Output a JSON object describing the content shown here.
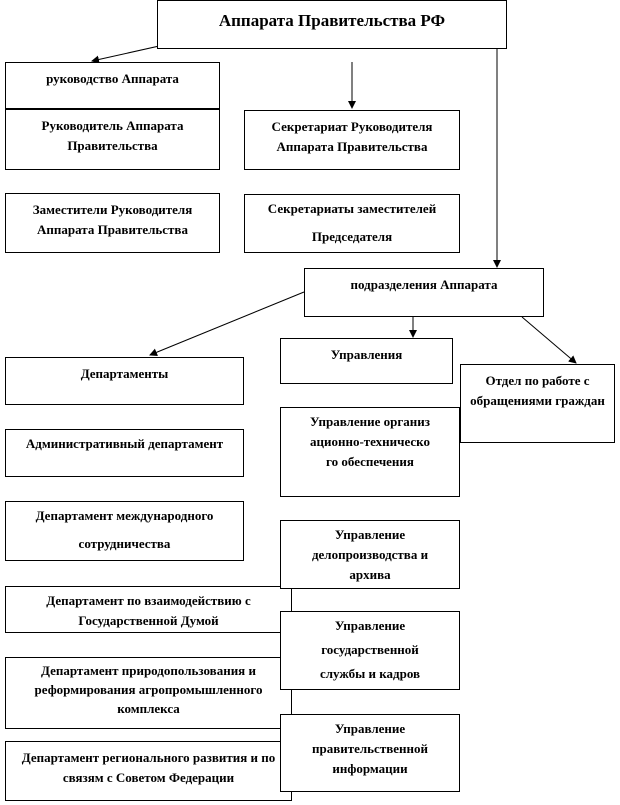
{
  "title": "Аппарата Правительства РФ",
  "leadership": {
    "header": "руководство Аппарата",
    "head": "Руководитель Аппарата Правительства",
    "head_secretariat": "Секретариат Руководителя Аппарата Правительства",
    "deputies": "Заместители Руководителя Аппарата Правительства",
    "deputies_secretariats_line1": "Секретариаты заместителей",
    "deputies_secretariats_line2": "Председателя"
  },
  "subdivisions": {
    "header": "подразделения Аппарата",
    "departments_header": "Департаменты",
    "departments": [
      "Административный департамент",
      "Департамент международного сотрудничества",
      "Департамент по взаимодействию с Государственной Думой",
      "Департамент природопользования и реформирования агропромышленного комплекса",
      "Департамент регионального развития и по связям с Советом Федерации"
    ],
    "directorates_header": "Управления",
    "directorates": [
      "Управление организационно-технического обеспечения",
      "Управление делопроизводства и архива",
      "Управление государственной службы и кадров",
      "Управление правительственной информации"
    ],
    "citizens_office": "Отдел по работе с обращениями граждан"
  }
}
